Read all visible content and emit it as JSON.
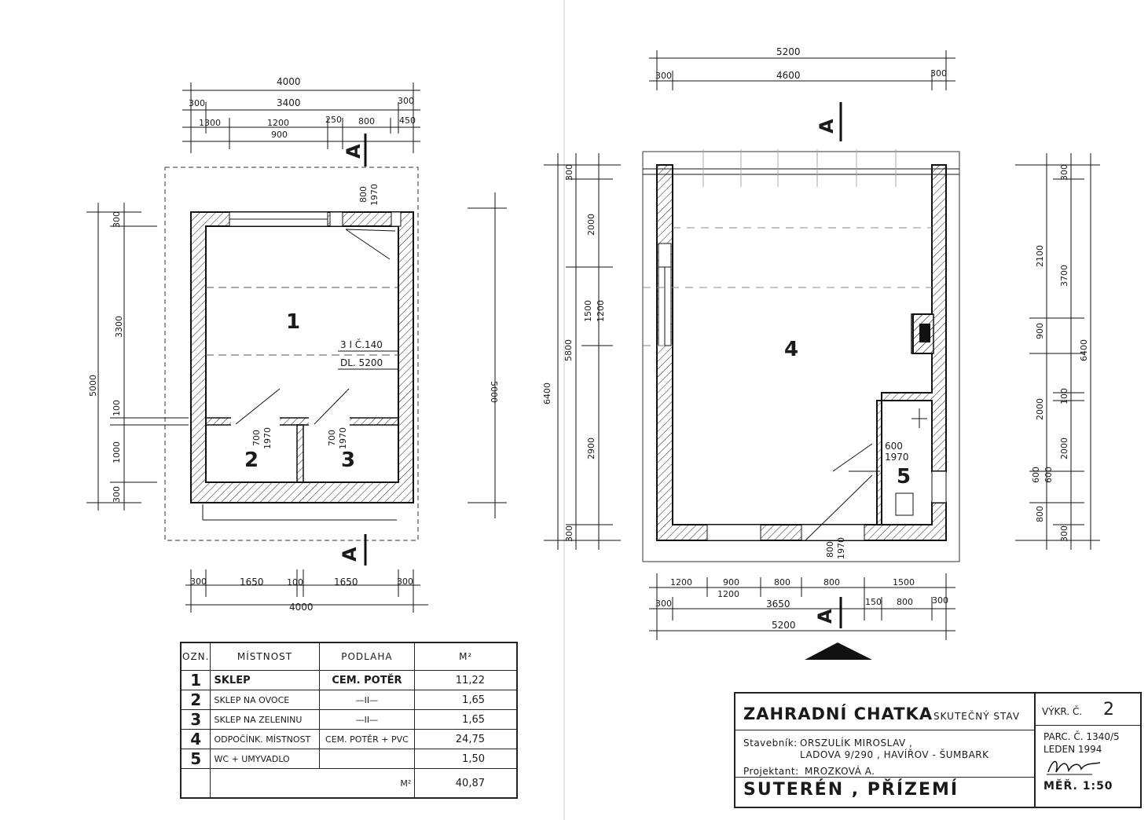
{
  "left_plan": {
    "dims_top": [
      "4000",
      "3400",
      "300",
      "300",
      "1300",
      "1200",
      "250",
      "800",
      "450",
      "900"
    ],
    "dims_bottom": [
      "300",
      "1650",
      "100",
      "1650",
      "300",
      "4000"
    ],
    "dims_left": [
      "5000",
      "300",
      "3300",
      "100",
      "1000",
      "300"
    ],
    "dims_right": [
      "5000"
    ],
    "section_mark": "A",
    "rooms": [
      "1",
      "2",
      "3"
    ],
    "beam_note_1": "3 I Č.140",
    "beam_note_2": "DL. 5200",
    "door_top": [
      "800",
      "1970"
    ],
    "door_left": [
      "700",
      "1970"
    ],
    "door_right": [
      "700",
      "1970"
    ]
  },
  "right_plan": {
    "dims_top": [
      "5200",
      "4600",
      "300",
      "300"
    ],
    "dims_bottom": [
      "1200",
      "900",
      "800",
      "800",
      "1500",
      "1200",
      "300",
      "3650",
      "150",
      "800",
      "300",
      "5200"
    ],
    "dims_left": [
      "300",
      "2000",
      "1500",
      "1200",
      "5800",
      "6400",
      "2900",
      "300"
    ],
    "dims_right": [
      "300",
      "2100",
      "3700",
      "900",
      "6400",
      "100",
      "2000",
      "2000",
      "600",
      "600",
      "800",
      "300"
    ],
    "section_mark": "A",
    "rooms": [
      "4",
      "5"
    ],
    "door_wc": [
      "600",
      "1970"
    ],
    "door_entry": [
      "800",
      "1970"
    ]
  },
  "legend": {
    "headers": [
      "OZN.",
      "MÍSTNOST",
      "PODLAHA",
      "M²"
    ],
    "rows": [
      {
        "no": "1",
        "name": "SKLEP",
        "floor": "CEM. POTĚR",
        "area": "11,22"
      },
      {
        "no": "2",
        "name": "SKLEP NA OVOCE",
        "floor": "—II—",
        "area": "1,65"
      },
      {
        "no": "3",
        "name": "SKLEP NA ZELENINU",
        "floor": "—II—",
        "area": "1,65"
      },
      {
        "no": "4",
        "name": "ODPOČÍNK. MÍSTNOST",
        "floor": "CEM. POTĚR + PVC",
        "area": "24,75"
      },
      {
        "no": "5",
        "name": "WC + UMYVADLO",
        "floor": "",
        "area": "1,50"
      }
    ],
    "total_label": "M²",
    "total": "40,87"
  },
  "title_block": {
    "title": "ZAHRADNÍ CHATKA",
    "subtitle": "SKUTEČNÝ STAV",
    "builder_label": "Stavebník:",
    "builder_name": "ORSZULÍK MIROSLAV ,",
    "builder_addr": "LADOVA 9/290 , HAVÍŘOV - ŠUMBARK",
    "designer_label": "Projektant:",
    "designer_name": "MROZKOVÁ A.",
    "floors": "SUTERÉN , PŘÍZEMÍ",
    "drawing_no_label": "VÝKR. Č.",
    "drawing_no": "2",
    "parcel": "PARC. Č. 1340/5",
    "date": "LEDEN 1994",
    "scale": "MĚŘ. 1:50"
  }
}
